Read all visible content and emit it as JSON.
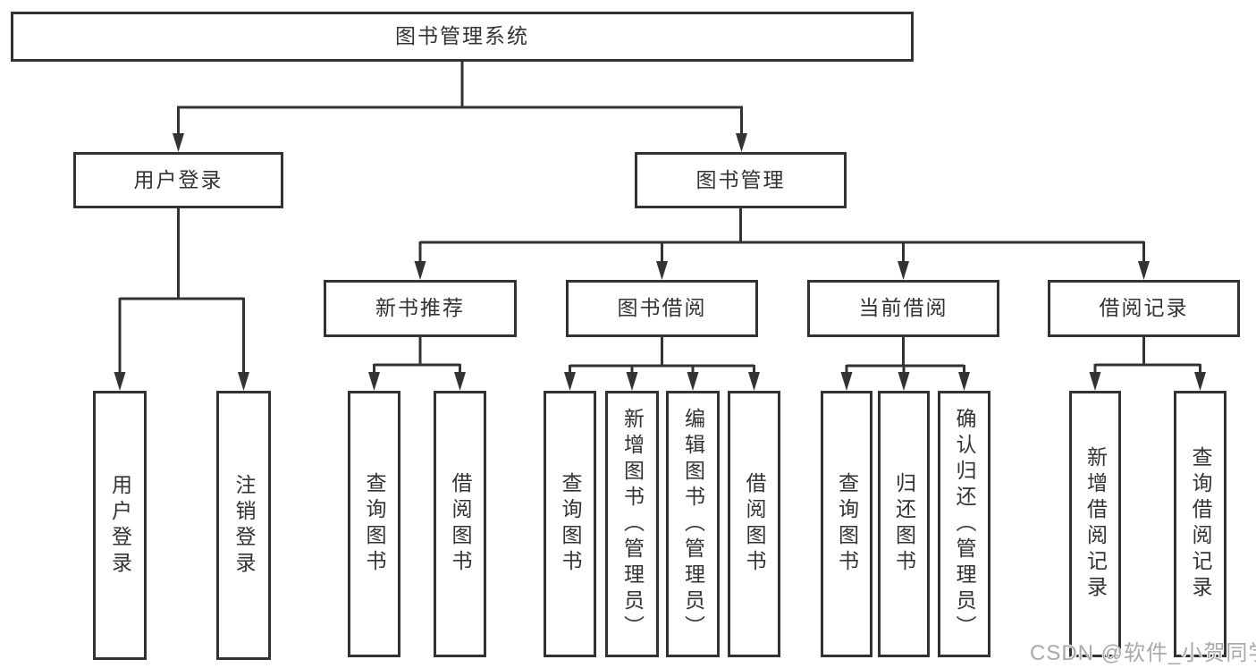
{
  "diagram": {
    "type": "functional-structure-tree",
    "colors": {
      "line": "#333333",
      "box_border": "#333333",
      "box_background": "#ffffff",
      "text": "#333333",
      "watermark": "#a9a9a9",
      "page_background": "#ffffff"
    },
    "watermark": "CSDN @软件_小贺同学",
    "nodes": {
      "root": {
        "label": "图书管理系统"
      },
      "user_login": {
        "label": "用户登录",
        "children": [
          {
            "label": "用户登录"
          },
          {
            "label": "注销登录"
          }
        ]
      },
      "book_management": {
        "label": "图书管理",
        "children": [
          {
            "label": "新书推荐",
            "children": [
              {
                "label": "查询图书"
              },
              {
                "label": "借阅图书"
              }
            ]
          },
          {
            "label": "图书借阅",
            "children": [
              {
                "label": "查询图书"
              },
              {
                "label": "新增图书（管理员）"
              },
              {
                "label": "编辑图书（管理员）"
              },
              {
                "label": "借阅图书"
              }
            ]
          },
          {
            "label": "当前借阅",
            "children": [
              {
                "label": "查询图书"
              },
              {
                "label": "归还图书"
              },
              {
                "label": "确认归还（管理员）"
              }
            ]
          },
          {
            "label": "借阅记录",
            "children": [
              {
                "label": "新增借阅记录"
              },
              {
                "label": "查询借阅记录"
              }
            ]
          }
        ]
      }
    }
  }
}
